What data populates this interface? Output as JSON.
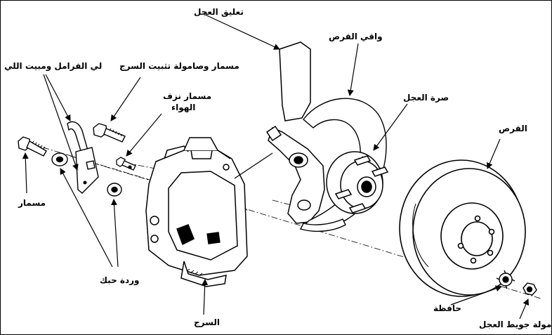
{
  "labels": {
    "wheel_knuckle": "تعليق العجل",
    "disc_guard": "واقي القرص",
    "wheel_hub": "صرة العجل",
    "disc": "القرص",
    "brake_hose_bracket": "لي الفرامل ومبيت اللي",
    "caliper_bolt_nut": "مسمار وصامولة تثبيت السرج",
    "bleed_screw_line1": "مسمار نزف",
    "bleed_screw_line2": "الهواء",
    "bolt": "مسمار",
    "lock_washer": "وردة حبك",
    "caliper": "السرج",
    "retainer": "حافظة",
    "wheel_nut": "صامولة جويط العجل"
  }
}
